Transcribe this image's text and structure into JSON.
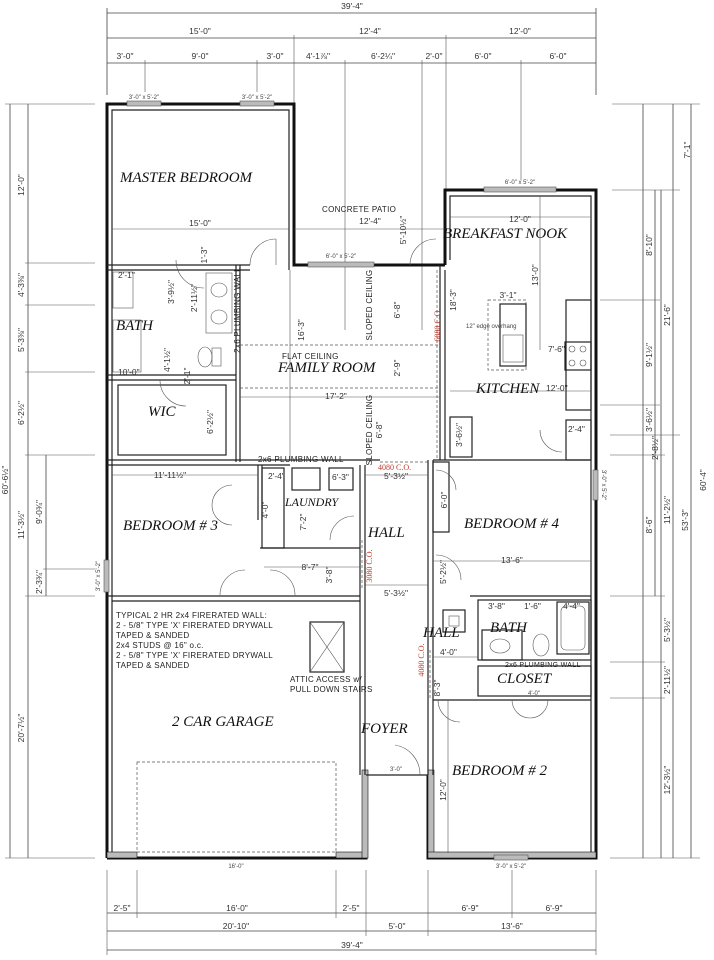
{
  "plan": {
    "rooms": {
      "master_bedroom": "MASTER BEDROOM",
      "breakfast_nook": "BREAKFAST NOOK",
      "bath_master": "BATH",
      "wic": "WIC",
      "family_room": "FAMILY ROOM",
      "kitchen": "KITCHEN",
      "laundry": "LAUNDRY",
      "bedroom3": "BEDROOM # 3",
      "hall1": "HALL",
      "bedroom4": "BEDROOM # 4",
      "hall2": "HALL",
      "bath2": "BATH",
      "closet": "CLOSET",
      "garage": "2 CAR GARAGE",
      "foyer": "FOYER",
      "bedroom2": "BEDROOM # 2"
    },
    "labels": {
      "concrete_patio": "CONCRETE PATIO",
      "flat_ceiling": "FLAT CEILING",
      "sloped_ceiling_1": "SLOPED CEILING",
      "sloped_ceiling_2": "SLOPED CEILING",
      "plumbing_wall_1": "2x6 PLUMBING WALL",
      "plumbing_wall_2": "2x6 PLUMBING WALL",
      "plumbing_wall_3": "2x6 PLUMBING WALL",
      "island_overhang": "12\" edge overhang",
      "attic_1": "ATTIC ACCESS w/",
      "attic_2": "PULL DOWN STAIRS",
      "co_6080": "6080 C.O.",
      "co_4080": "4080 C.O.",
      "co_3080": "3080 C.O.",
      "co_4080b": "4080 C.O."
    },
    "garage_note": [
      "TYPICAL 2 HR 2x4 FIRERATED WALL:",
      "2 - 5/8\" TYPE 'X' FIRERATED DRYWALL",
      "TAPED & SANDED",
      "2x4 STUDS @ 16\" o.c.",
      "2 - 5/8\" TYPE 'X' FIRERATED DRYWALL",
      "TAPED & SANDED"
    ],
    "top_dimensions": {
      "overall": "39'-4\"",
      "row2": [
        "15'-0\"",
        "12'-4\"",
        "12'-0\""
      ],
      "row3": [
        "3'-0\"",
        "9'-0\"",
        "3'-0\"",
        "4'-1⅞\"",
        "6'-2¼\"",
        "2'-0\"",
        "6'-0\"",
        "6'-0\""
      ]
    },
    "bottom_dimensions": {
      "row1": [
        "2'-5\"",
        "16'-0\"",
        "2'-5\"",
        "6'-9\"",
        "6'-9\""
      ],
      "row2": [
        "20'-10\"",
        "5'-0\"",
        "13'-6\""
      ],
      "overall": "39'-4\""
    },
    "left_dimensions": {
      "overall": "60'-6½\"",
      "segments": [
        "12'-0\"",
        "4'-3⅜\"",
        "5'-3⅜\"",
        "6'-2½\"",
        "11'-3½\"",
        "20'-7½\""
      ],
      "inner": [
        "9'-0¾\"",
        "2'-3¾\""
      ]
    },
    "right_dimensions": {
      "overall": "60'-4\"",
      "total_53": "53'-3\"",
      "segments_outer": [
        "7'-1\"",
        "21'-6\"",
        "11'-2½\"",
        "5'-3½\"",
        "2'-11½\"",
        "12'-3½\""
      ],
      "segments_inner": [
        "8'-10\"",
        "9'-1½\"",
        "3'-6½\"",
        "2'-8½\"",
        "8'-6\""
      ]
    },
    "room_dimensions": {
      "master_width": "15'-0\"",
      "patio_width": "12'-4\"",
      "patio_depth": "5'-10½\"",
      "nook_width": "12'-0\"",
      "nook_depth": "13'-0\"",
      "kitchen_width": "12'-0\"",
      "island_width": "3'-1\"",
      "island_clear": "7'-6\"",
      "kitchen_depth": "18'-3\"",
      "family_depth": "16'-3\"",
      "family_width": "17'-2\"",
      "slope1": "6'-8\"",
      "flat": "2'-9\"",
      "slope2": "6'-8\"",
      "pantry": "3'-6½\"",
      "pantry_w": "2'-4\"",
      "bath_tub": "10'-0\"",
      "bath_w": "2'-1\"",
      "bath_a": "3'-9½\"",
      "bath_b": "2'-11½\"",
      "bath_c": "4'-1½\"",
      "bath_d": "2'-1\"",
      "bath_e": "1'-3\"",
      "wic_depth": "6'-2½\"",
      "bed3_width": "11'-11½\"",
      "laundry_a": "2'-4\"",
      "laundry_b": "6'-3\"",
      "laundry_c": "7'-2\"",
      "laundry_d": "4'-0\"",
      "hall_w1": "5'-3½\"",
      "hall_w2": "5'-3½\"",
      "hall_len": "8'-7\"",
      "hall_d": "3'-8\"",
      "bed4_width": "13'-6\"",
      "bed4_closet": "6'-0\"",
      "bed4_hall": "5'-2½\"",
      "bath2_a": "3'-8\"",
      "bath2_b": "1'-6\"",
      "bath2_c": "4'-4\"",
      "hall2_w": "4'-0\"",
      "hall2_d": "8'-3\"",
      "closet_w": "4'-0\"",
      "bed2_depth": "12'-0\"",
      "garage_door": "16'-0\"",
      "foyer_door": "3'-0\""
    },
    "windows": {
      "w1": "3'-0\" x 5'-2\"",
      "w2": "3'-0\" x 5'-2\"",
      "w3": "6'-0\" x 5'-2\"",
      "w4": "6'-0\" x 5'-2\"",
      "w5": "3'-0\" x 5'-2\"",
      "w6": "3'-0\" x 5'-2\"",
      "w7": "3'-0\" x 5'-2\""
    }
  }
}
